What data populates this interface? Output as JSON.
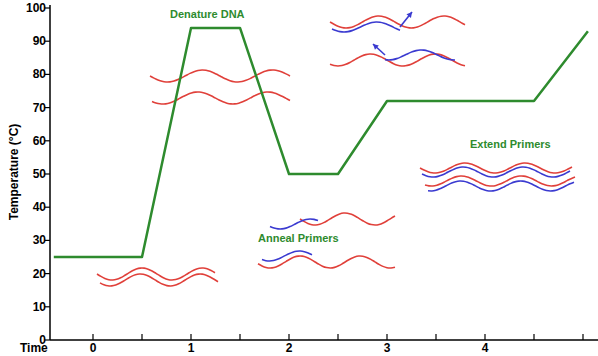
{
  "diagram": {
    "labels": [
      "100",
      "90",
      "80",
      "70",
      "60",
      "50",
      "40",
      "30",
      "20",
      "10",
      "0",
      "Temperature (°C)",
      "Time",
      "0",
      "1",
      "2",
      "3",
      "4",
      "Denature DNA",
      "Anneal Primers",
      "Extend Primers"
    ]
  }
}
